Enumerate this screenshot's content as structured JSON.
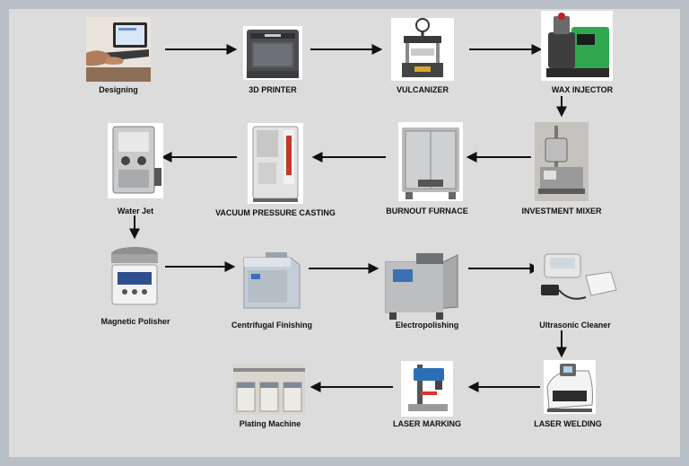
{
  "steps": [
    {
      "label": "Designing",
      "icon": "laptop-typing-icon"
    },
    {
      "label": "3D PRINTER",
      "icon": "3d-printer-icon"
    },
    {
      "label": "VULCANIZER",
      "icon": "vulcanizer-press-icon"
    },
    {
      "label": "WAX INJECTOR",
      "icon": "wax-injector-icon"
    },
    {
      "label": "INVESTMENT MIXER",
      "icon": "investment-mixer-icon"
    },
    {
      "label": "BURNOUT FURNACE",
      "icon": "burnout-furnace-icon"
    },
    {
      "label": "VACUUM PRESSURE CASTING",
      "icon": "vacuum-casting-machine-icon"
    },
    {
      "label": "Water Jet",
      "icon": "water-jet-cabinet-icon"
    },
    {
      "label": "Magnetic Polisher",
      "icon": "magnetic-polisher-icon"
    },
    {
      "label": "Centrifugal Finishing",
      "icon": "centrifugal-finisher-icon"
    },
    {
      "label": "Electropolishing",
      "icon": "electropolishing-machine-icon"
    },
    {
      "label": "Ultrasonic Cleaner",
      "icon": "ultrasonic-cleaner-icon"
    },
    {
      "label": "LASER WELDING",
      "icon": "laser-welder-icon"
    },
    {
      "label": "LASER MARKING",
      "icon": "laser-marking-icon"
    },
    {
      "label": "Plating Machine",
      "icon": "plating-tanks-icon"
    }
  ],
  "colors": {
    "background": "#dcdcdc",
    "frame": "#b9bfc6",
    "arrow": "#111111",
    "wax_injector_green": "#2fa84f"
  }
}
